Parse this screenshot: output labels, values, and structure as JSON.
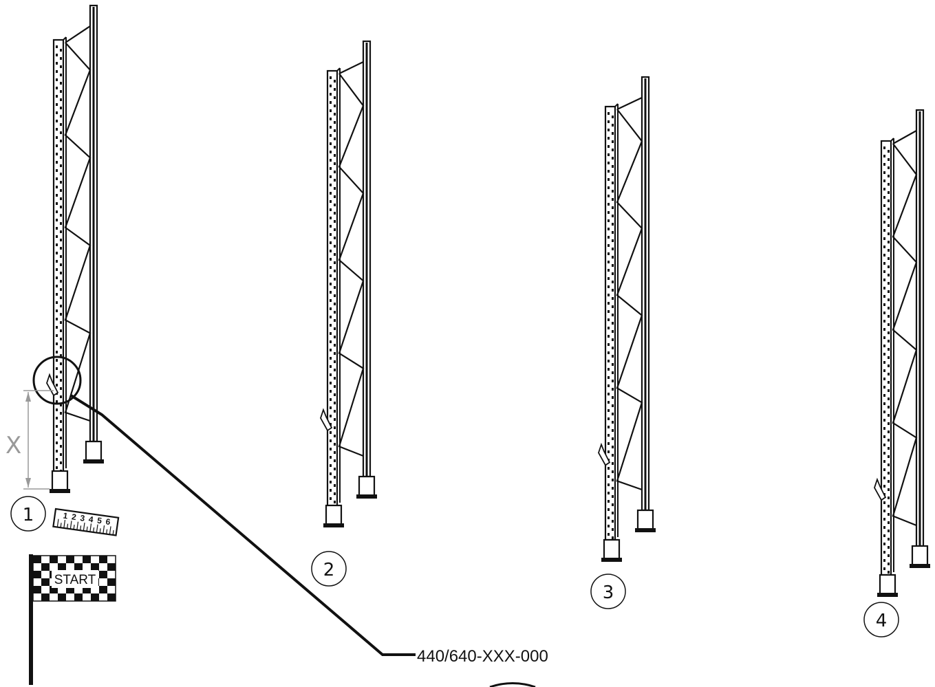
{
  "frames": [
    {
      "step": "1"
    },
    {
      "step": "2"
    },
    {
      "step": "3"
    },
    {
      "step": "4"
    }
  ],
  "part_number": "440/640-XXX-000",
  "dimension_label": "X",
  "flag_label": "START",
  "ruler_numbers": [
    "1",
    "2",
    "3",
    "4",
    "5",
    "6"
  ],
  "colors": {
    "line": "#111111",
    "dimension": "#999999"
  }
}
